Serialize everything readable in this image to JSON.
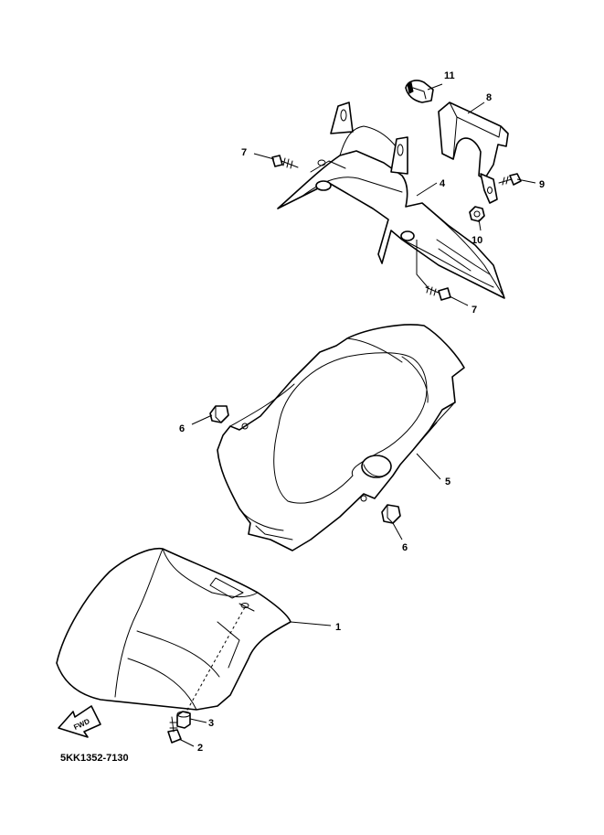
{
  "diagram": {
    "code": "5KK1352-7130",
    "direction_label": "FWD",
    "callouts": [
      "11",
      "8",
      "7",
      "9",
      "4",
      "10",
      "7",
      "6",
      "5",
      "6",
      "1",
      "3",
      "2"
    ]
  }
}
